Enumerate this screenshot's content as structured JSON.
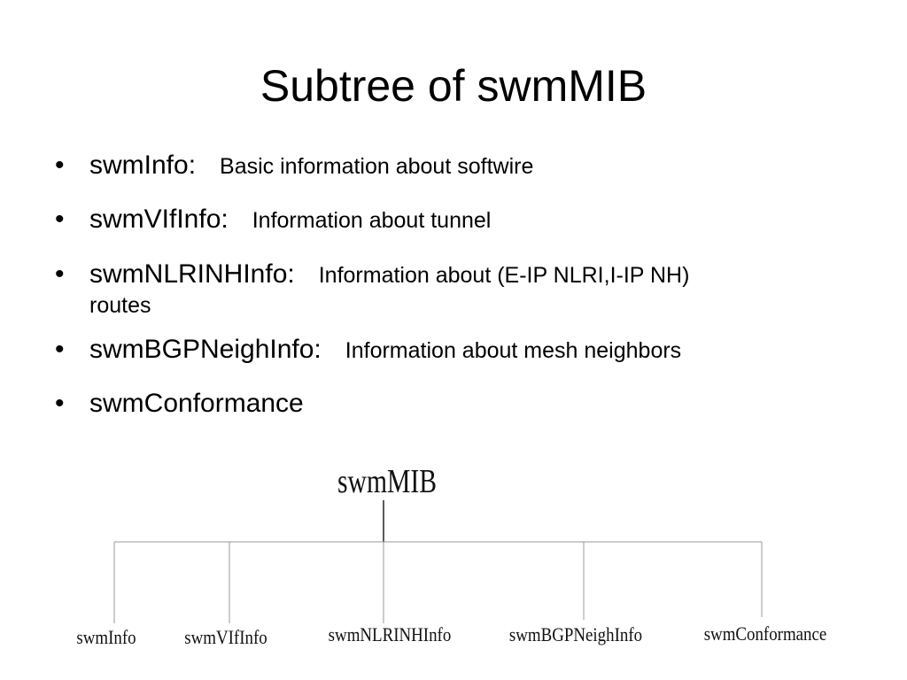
{
  "slide": {
    "title": "Subtree of swmMIB",
    "bullets": [
      {
        "term": "swmInfo:",
        "description": "Basic information about softwire"
      },
      {
        "term": "swmVIfInfo:",
        "description": "Information about tunnel"
      },
      {
        "term": "swmNLRINHInfo:",
        "description": "Information about (E-IP NLRI,I-IP NH)",
        "description_cont": "routes"
      },
      {
        "term": "swmBGPNeighInfo:",
        "description": "Information about mesh neighbors"
      },
      {
        "term": "swmConformance",
        "description": ""
      }
    ]
  },
  "tree": {
    "root": "swmMIB",
    "children": [
      "swmInfo",
      "swmVIfInfo",
      "swmNLRINHInfo",
      "swmBGPNeighInfo",
      "swmConformance"
    ]
  }
}
